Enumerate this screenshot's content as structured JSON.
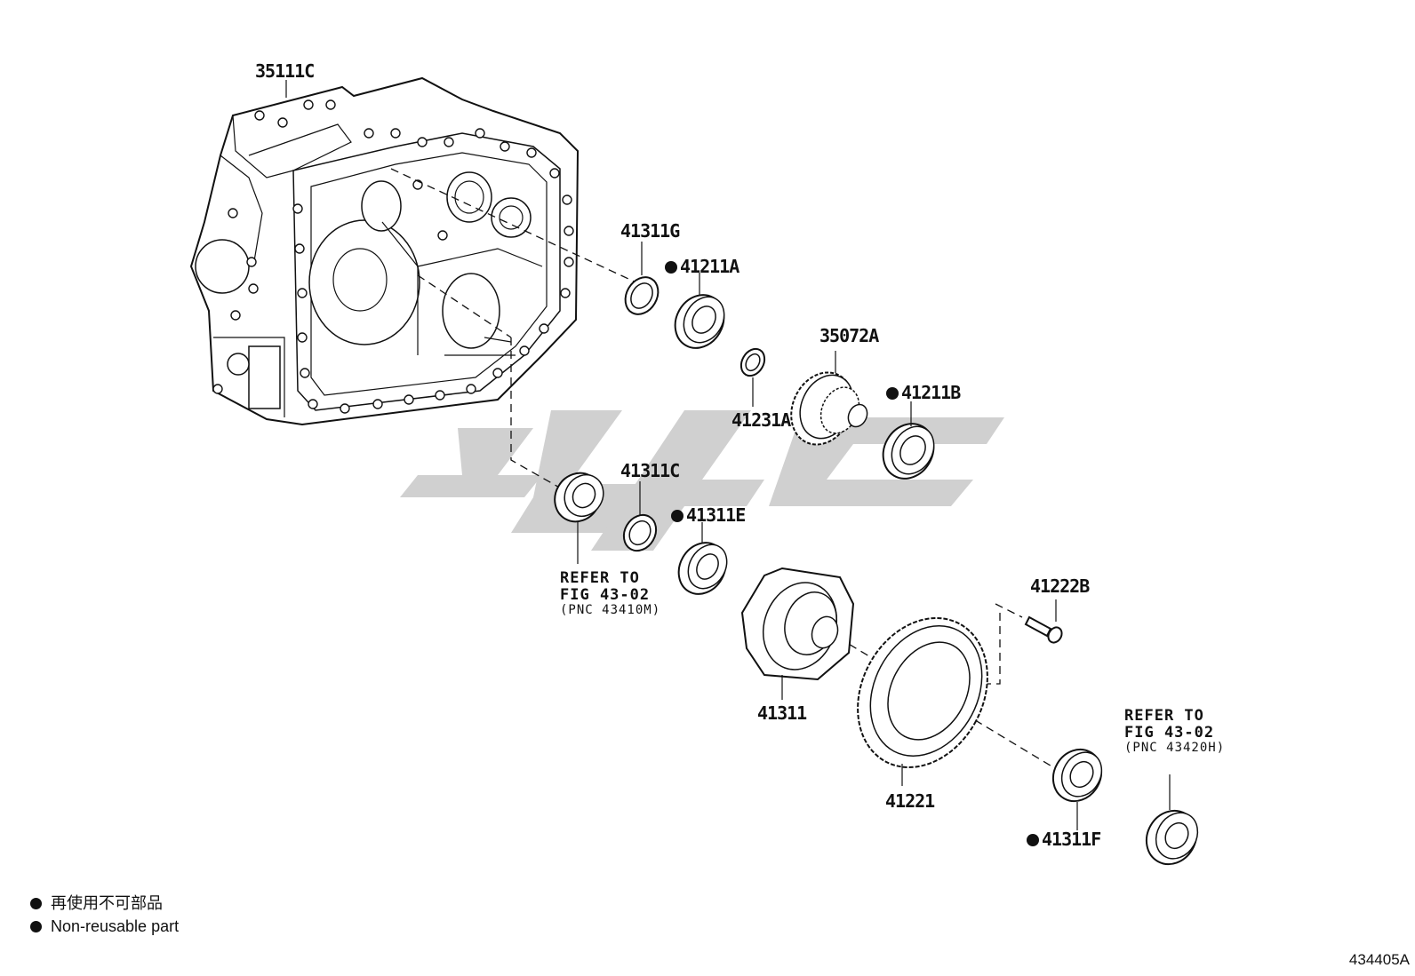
{
  "parts": {
    "case": "35111C",
    "seal_g": "41311G",
    "bearing_a": "41211A",
    "spacer_a": "41231A",
    "drive_gear": "35072A",
    "bearing_b": "41211B",
    "seal_c": "41311C",
    "bearing_e": "41311E",
    "diff_case": "41311",
    "bolt": "41222B",
    "ring_gear": "41221",
    "bearing_f": "41311F"
  },
  "refs": {
    "left": {
      "line1": "REFER TO",
      "line2": "FIG 43-02",
      "pnc": "(PNC 43410M)"
    },
    "right": {
      "line1": "REFER TO",
      "line2": "FIG 43-02",
      "pnc": "(PNC 43420H)"
    }
  },
  "legend": {
    "items": [
      {
        "symbol": "filled-circle-icon",
        "text": "再使用不可部品"
      },
      {
        "symbol": "filled-circle-icon",
        "text": "Non-reusable part"
      }
    ]
  },
  "figure_code": "434405A",
  "colors": {
    "ink": "#111111",
    "watermark": "#c8c8c8"
  }
}
